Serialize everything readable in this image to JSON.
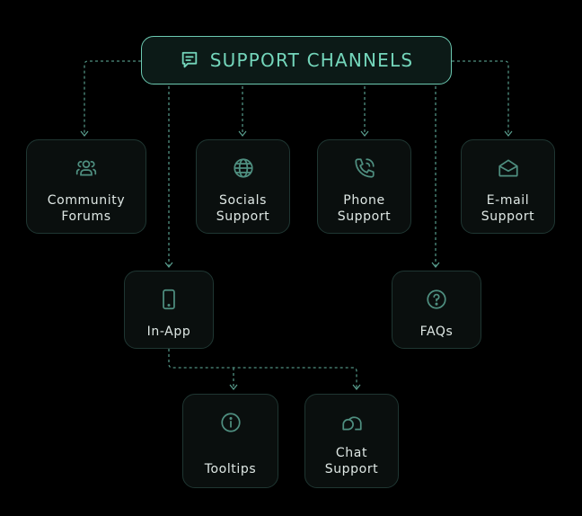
{
  "diagram": {
    "title": "SUPPORT CHANNELS",
    "title_icon": "message-square-text-icon",
    "colors": {
      "accent": "#74d6bb",
      "connector": "#4f8f80",
      "node_border": "#1f3632",
      "node_background": "#0a0f0e",
      "header_background": "#0c1a17",
      "label": "#dfe8e5",
      "background": "#000000"
    },
    "nodes": [
      {
        "id": "community-forums",
        "label": "Community\nForums",
        "icon": "users-icon",
        "parent": "support-channels"
      },
      {
        "id": "socials-support",
        "label": "Socials\nSupport",
        "icon": "globe-icon",
        "parent": "support-channels"
      },
      {
        "id": "phone-support",
        "label": "Phone\nSupport",
        "icon": "phone-call-icon",
        "parent": "support-channels"
      },
      {
        "id": "email-support",
        "label": "E-mail\nSupport",
        "icon": "mail-open-icon",
        "parent": "support-channels"
      },
      {
        "id": "in-app",
        "label": "In-App",
        "icon": "smartphone-icon",
        "parent": "support-channels"
      },
      {
        "id": "faqs",
        "label": "FAQs",
        "icon": "help-circle-icon",
        "parent": "support-channels"
      },
      {
        "id": "tooltips",
        "label": "Tooltips",
        "icon": "info-icon",
        "parent": "in-app"
      },
      {
        "id": "chat-support",
        "label": "Chat\nSupport",
        "icon": "chat-bubbles-icon",
        "parent": "in-app"
      }
    ]
  }
}
